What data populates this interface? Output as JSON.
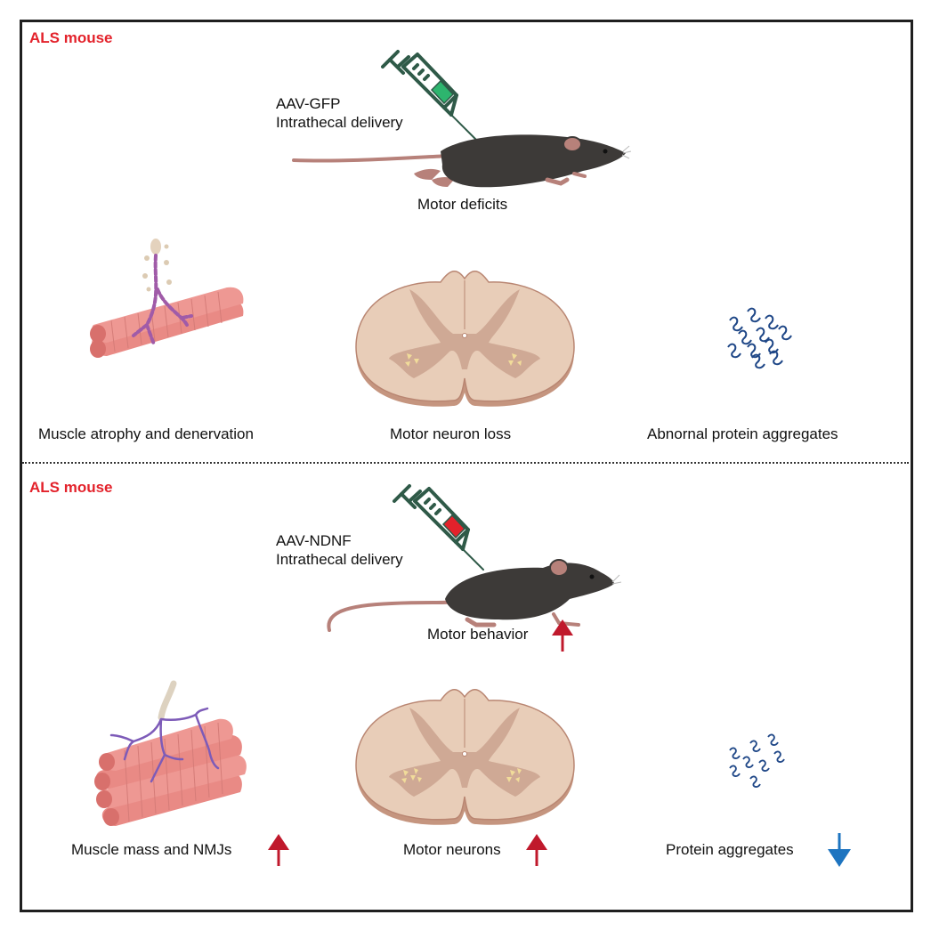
{
  "figure": {
    "panels": [
      {
        "label": "ALS mouse",
        "treatment": {
          "vector": "AAV-GFP",
          "route": "Intrathecal delivery",
          "syringe_fill_color": "#2db56e"
        },
        "mouse_caption": "Motor deficits",
        "outcomes": [
          {
            "caption": "Muscle atrophy and denervation",
            "icon": "denervated-muscle-icon"
          },
          {
            "caption": "Motor neuron loss",
            "icon": "spinal-cord-icon"
          },
          {
            "caption": "Abnornal protein aggregates",
            "icon": "protein-aggregates-icon"
          }
        ]
      },
      {
        "label": "ALS mouse",
        "treatment": {
          "vector": "AAV-NDNF",
          "route": "Intrathecal delivery",
          "syringe_fill_color": "#e3222b"
        },
        "mouse_caption": "Motor behavior",
        "mouse_trend": "up",
        "outcomes": [
          {
            "caption": "Muscle mass and NMJs",
            "trend": "up",
            "icon": "innervated-muscle-icon"
          },
          {
            "caption": "Motor neurons",
            "trend": "up",
            "icon": "spinal-cord-icon"
          },
          {
            "caption": "Protein aggregates",
            "trend": "down",
            "icon": "protein-aggregates-icon"
          }
        ]
      }
    ],
    "colors": {
      "label_red": "#e3222b",
      "arrow_up": "#c0192c",
      "arrow_down": "#1d74c0",
      "syringe": "#2f5a48",
      "mouse_body": "#3d3a38",
      "mouse_skin": "#b7817a",
      "muscle": "#e98a85",
      "spinal_white": "#e8cdb8",
      "spinal_grey": "#cfa995",
      "aggregate": "#1f4787"
    }
  }
}
